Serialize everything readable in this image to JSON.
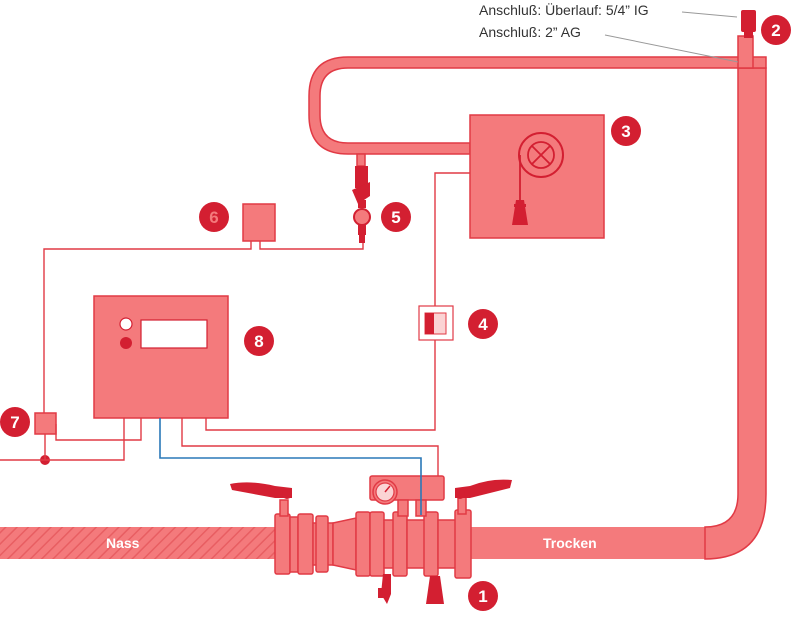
{
  "labels": {
    "connection_overflow": "Anschluß: Überlauf: 5/4” IG",
    "connection_ag": "Anschluß: 2” AG",
    "nass": "Nass",
    "trocken": "Trocken"
  },
  "markers": [
    "1",
    "2",
    "3",
    "4",
    "5",
    "6",
    "7",
    "8"
  ],
  "colors": {
    "pipe_fill": "#f47a7c",
    "accent_red": "#d31f31",
    "wire_red": "#e13a45",
    "wire_blue": "#2a78b8"
  }
}
